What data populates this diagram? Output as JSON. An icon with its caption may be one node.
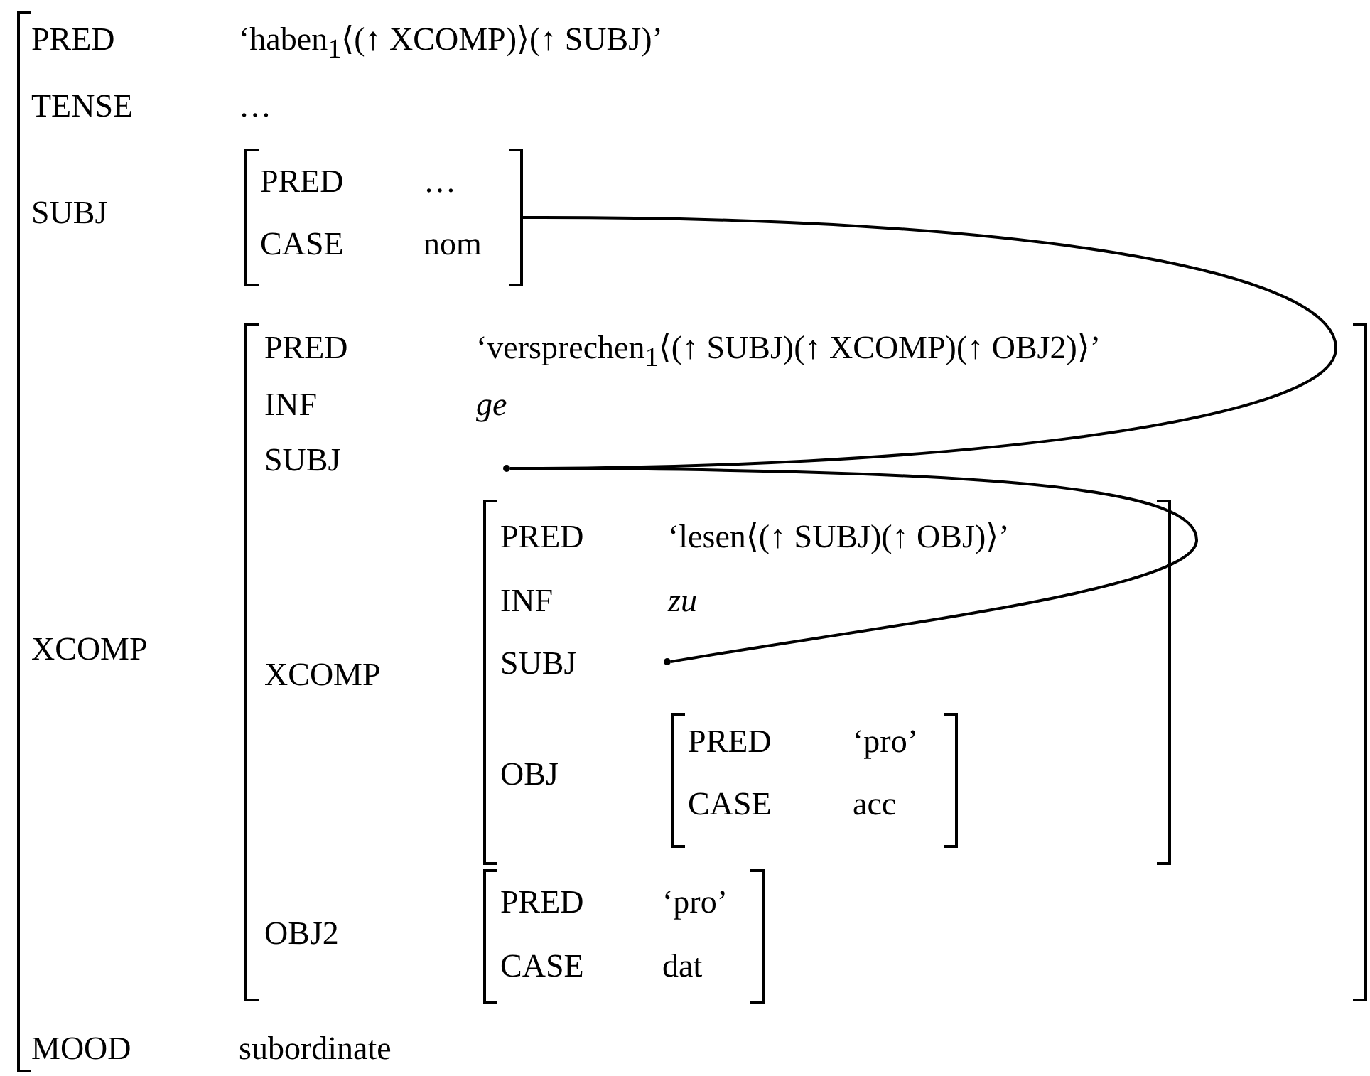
{
  "diagram": {
    "nodes": [
      {
        "text": [
          "PRED",
          "‘haben$_{1}$⟨(↑ XCOMP)⟩(↑ SUBJ)’",
          "TENSE",
          "…",
          "SUBJ",
          "XCOMP",
          "MOOD",
          "subordinate"
        ]
      },
      {
        "text": [
          "PRED",
          "…",
          "CASE",
          "nom"
        ],
        "in": 0
      },
      {
        "text": [
          "PRED",
          "‘versprechen$_{1}$⟨(↑ SUBJ)(↑ XCOMP)(↑ OBJ2)⟩’",
          "INF",
          "ge",
          "SUBJ",
          "XCOMP",
          "OBJ2"
        ],
        "in": 0
      },
      {
        "text": [],
        "shape": "point",
        "in": 2
      },
      {
        "text": [
          "PRED",
          "‘lesen⟨(↑ SUBJ)(↑ OBJ)⟩’",
          "INF",
          "zu",
          "SUBJ",
          "OBJ"
        ],
        "in": 2
      },
      {
        "text": [],
        "shape": "point",
        "in": 4
      },
      {
        "text": [
          "PRED",
          "‘pro’",
          "CASE",
          "acc"
        ],
        "in": 4
      },
      {
        "text": [
          "PRED",
          "‘pro’",
          "CASE",
          "dat"
        ],
        "in": 2
      }
    ],
    "edges": [
      {
        "from": 1,
        "to": 3,
        "arrow": "none"
      },
      {
        "from": 3,
        "to": 5,
        "arrow": "none"
      }
    ]
  }
}
